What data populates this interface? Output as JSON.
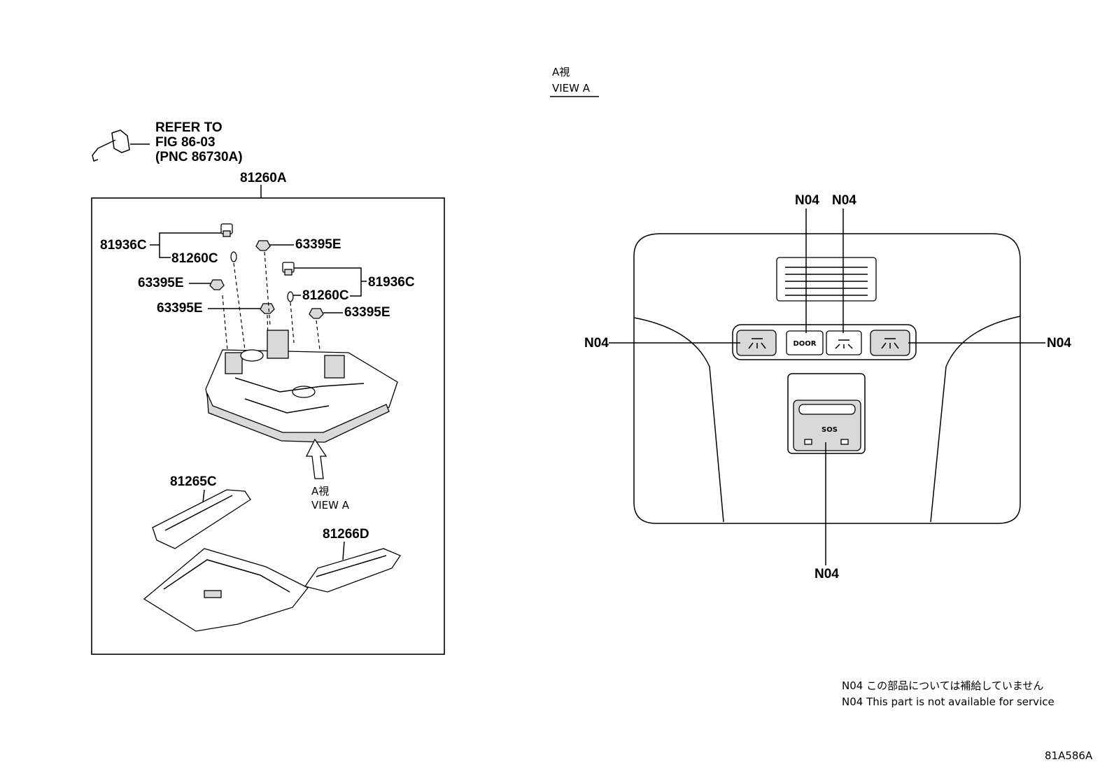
{
  "refer": {
    "line1": "REFER TO",
    "line2": "FIG 86-03",
    "line3": "(PNC 86730A)"
  },
  "parts": {
    "assembly": "81260A",
    "bulb_socket_1": "81936C",
    "bulb_1": "81260C",
    "clip_top": "63395E",
    "socket_right": "81936C",
    "bulb_right": "81260C",
    "clip_left": "63395E",
    "clip_mid": "63395E",
    "clip_right": "63395E",
    "lens_left": "81265C",
    "lens_right": "81266D"
  },
  "view_left": {
    "jp": "A視",
    "en": "VIEW A"
  },
  "view_right": {
    "jp": "A視",
    "en": "VIEW A"
  },
  "console": {
    "buttons": {
      "door": "DOOR",
      "sos": "SOS"
    },
    "callouts": {
      "top_left": "N04",
      "top_right": "N04",
      "left": "N04",
      "right": "N04",
      "bottom": "N04"
    }
  },
  "notes": {
    "jp": "N04 この部品については補給していません",
    "en": "N04 This part is not available for service"
  },
  "figure_id": "81A586A"
}
